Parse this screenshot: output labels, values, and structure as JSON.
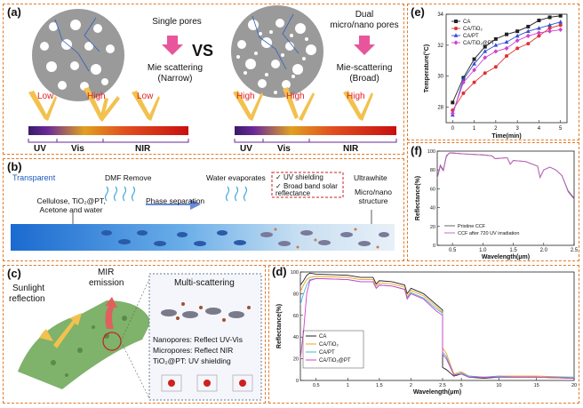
{
  "panel_a": {
    "tag": "(a)",
    "single_title": "Single pores",
    "single_result_1": "Mie scattering",
    "single_result_2": "(Narrow)",
    "vs": "VS",
    "dual_title_1": "Dual",
    "dual_title_2": "micro/nano pores",
    "dual_result_1": "Mie-scattering",
    "dual_result_2": "(Broad)",
    "left_arrows": [
      "Low",
      "High",
      "Low"
    ],
    "right_arrows": [
      "High",
      "High",
      "High"
    ],
    "bands": [
      "UV",
      "Vis",
      "NIR"
    ],
    "colors": {
      "low": "#e02020",
      "high": "#e02020",
      "arrow": "#f0c040",
      "pink": "#e8559c"
    }
  },
  "panel_b": {
    "tag": "(b)",
    "transparent": "Transparent",
    "ingredients_1": "Cellulose, TiO₂@PT,",
    "ingredients_2": "Acetone and water",
    "dmf": "DMF Remove",
    "phase": "Phase separation",
    "water": "Water evaporates",
    "features": [
      "UV shielding",
      "Broad band solar reflectance"
    ],
    "ultrawhite": "Ultrawhite",
    "structure_1": "Micro/nano",
    "structure_2": "structure"
  },
  "panel_c": {
    "tag": "(c)",
    "sunlight_1": "Sunlight",
    "sunlight_2": "reflection",
    "mir_1": "MIR",
    "mir_2": "emission",
    "multi": "Multi-scattering",
    "nano": "Nanopores: Reflect UV-Vis",
    "micro": "Micropores: Reflect NIR",
    "tio2": "TiO₂@PT: UV shielding"
  },
  "panel_d": {
    "tag": "(d)"
  },
  "panel_e": {
    "tag": "(e)"
  },
  "panel_f": {
    "tag": "(f)"
  },
  "chart_data": [
    {
      "id": "e",
      "type": "line",
      "xlabel": "Time(min)",
      "ylabel": "Temperature(°C)",
      "xlim": [
        -0.3,
        5.3
      ],
      "ylim": [
        27,
        34
      ],
      "xticks": [
        0,
        1,
        2,
        3,
        4,
        5
      ],
      "yticks": [
        28,
        30,
        32,
        34
      ],
      "legend_position": "top-left",
      "x": [
        0,
        0.5,
        1,
        1.5,
        2,
        2.5,
        3,
        3.5,
        4,
        4.5,
        5
      ],
      "series": [
        {
          "name": "CA",
          "color": "#222222",
          "marker": "square",
          "values": [
            28.3,
            29.9,
            31.1,
            31.9,
            32.4,
            32.7,
            32.9,
            33.2,
            33.6,
            33.8,
            33.9
          ]
        },
        {
          "name": "CA/TiO₂",
          "color": "#e03030",
          "marker": "circle",
          "values": [
            27.8,
            28.9,
            29.6,
            30.2,
            30.6,
            31.3,
            31.8,
            32.1,
            32.6,
            33.1,
            33.3
          ]
        },
        {
          "name": "CA/PT",
          "color": "#3050d0",
          "marker": "triangle",
          "values": [
            27.5,
            29.8,
            30.8,
            31.6,
            32.0,
            32.2,
            32.6,
            32.9,
            33.1,
            33.3,
            33.5
          ]
        },
        {
          "name": "CA/TiO₂@PT",
          "color": "#d040d0",
          "marker": "diamond",
          "values": [
            27.6,
            29.6,
            30.4,
            31.2,
            31.6,
            31.8,
            32.3,
            32.6,
            32.8,
            32.9,
            33.0
          ]
        }
      ]
    },
    {
      "id": "f",
      "type": "line",
      "xlabel": "Wavelength(μm)",
      "ylabel": "Reflectance(%)",
      "xlim": [
        0.25,
        2.5
      ],
      "ylim": [
        0,
        100
      ],
      "xticks": [
        0.5,
        1.0,
        1.5,
        2.0,
        2.5
      ],
      "yticks": [
        0,
        20,
        40,
        60,
        80,
        100
      ],
      "legend_position": "bottom-left",
      "x": [
        0.25,
        0.3,
        0.35,
        0.4,
        0.45,
        0.5,
        0.7,
        1.0,
        1.15,
        1.2,
        1.4,
        1.45,
        1.5,
        1.7,
        1.9,
        1.94,
        2.0,
        2.1,
        2.2,
        2.3,
        2.4,
        2.5
      ],
      "series": [
        {
          "name": "Pristine CCF",
          "color": "#555555",
          "values": [
            72,
            85,
            80,
            95,
            98,
            98,
            97,
            96,
            95,
            92,
            93,
            86,
            90,
            89,
            84,
            72,
            80,
            83,
            80,
            74,
            58,
            50
          ]
        },
        {
          "name": "CCF after 720 UV irradiation",
          "color": "#c060c0",
          "values": [
            71,
            84,
            79,
            94,
            98,
            98,
            97,
            96,
            95,
            92,
            93,
            86,
            90,
            89,
            84,
            72,
            80,
            83,
            80,
            74,
            57,
            49
          ]
        }
      ]
    },
    {
      "id": "d",
      "type": "line",
      "xlabel": "Wavelength(μm)",
      "ylabel": "Reflectance(%)",
      "ylim": [
        0,
        100
      ],
      "xticks": [
        0.5,
        1.0,
        1.5,
        2.0,
        2.5,
        5,
        10,
        15,
        20
      ],
      "yticks": [
        0,
        20,
        40,
        60,
        80,
        100
      ],
      "legend_position": "bottom-left",
      "x": [
        0.25,
        0.3,
        0.35,
        0.4,
        0.5,
        1.0,
        1.2,
        1.4,
        1.45,
        1.5,
        1.7,
        1.9,
        1.94,
        2.0,
        2.2,
        2.4,
        2.5,
        2.5,
        3,
        4,
        5,
        6,
        8,
        10,
        12,
        15,
        20
      ],
      "series": [
        {
          "name": "CA",
          "color": "#222222",
          "values": [
            88,
            92,
            97,
            99,
            98,
            97,
            95,
            95,
            89,
            92,
            91,
            88,
            80,
            85,
            80,
            70,
            65,
            12,
            10,
            4,
            6,
            3,
            2,
            3,
            3,
            3,
            2
          ]
        },
        {
          "name": "CA/TiO₂",
          "color": "#f0a020",
          "values": [
            82,
            88,
            93,
            95,
            96,
            95,
            93,
            93,
            87,
            90,
            89,
            86,
            77,
            83,
            78,
            68,
            63,
            30,
            25,
            6,
            8,
            4,
            3,
            4,
            4,
            4,
            3
          ]
        },
        {
          "name": "CA/PT",
          "color": "#40b8d8",
          "values": [
            70,
            80,
            88,
            93,
            94,
            93,
            91,
            91,
            85,
            88,
            87,
            84,
            76,
            81,
            76,
            66,
            62,
            26,
            22,
            5,
            7,
            4,
            3,
            4,
            3,
            3,
            3
          ]
        },
        {
          "name": "CA/TiO₂@PT",
          "color": "#d040c8",
          "values": [
            20,
            45,
            80,
            92,
            94,
            93,
            91,
            91,
            85,
            88,
            87,
            84,
            75,
            80,
            75,
            64,
            60,
            24,
            20,
            5,
            6,
            3,
            3,
            3,
            3,
            3,
            2
          ]
        }
      ]
    }
  ]
}
